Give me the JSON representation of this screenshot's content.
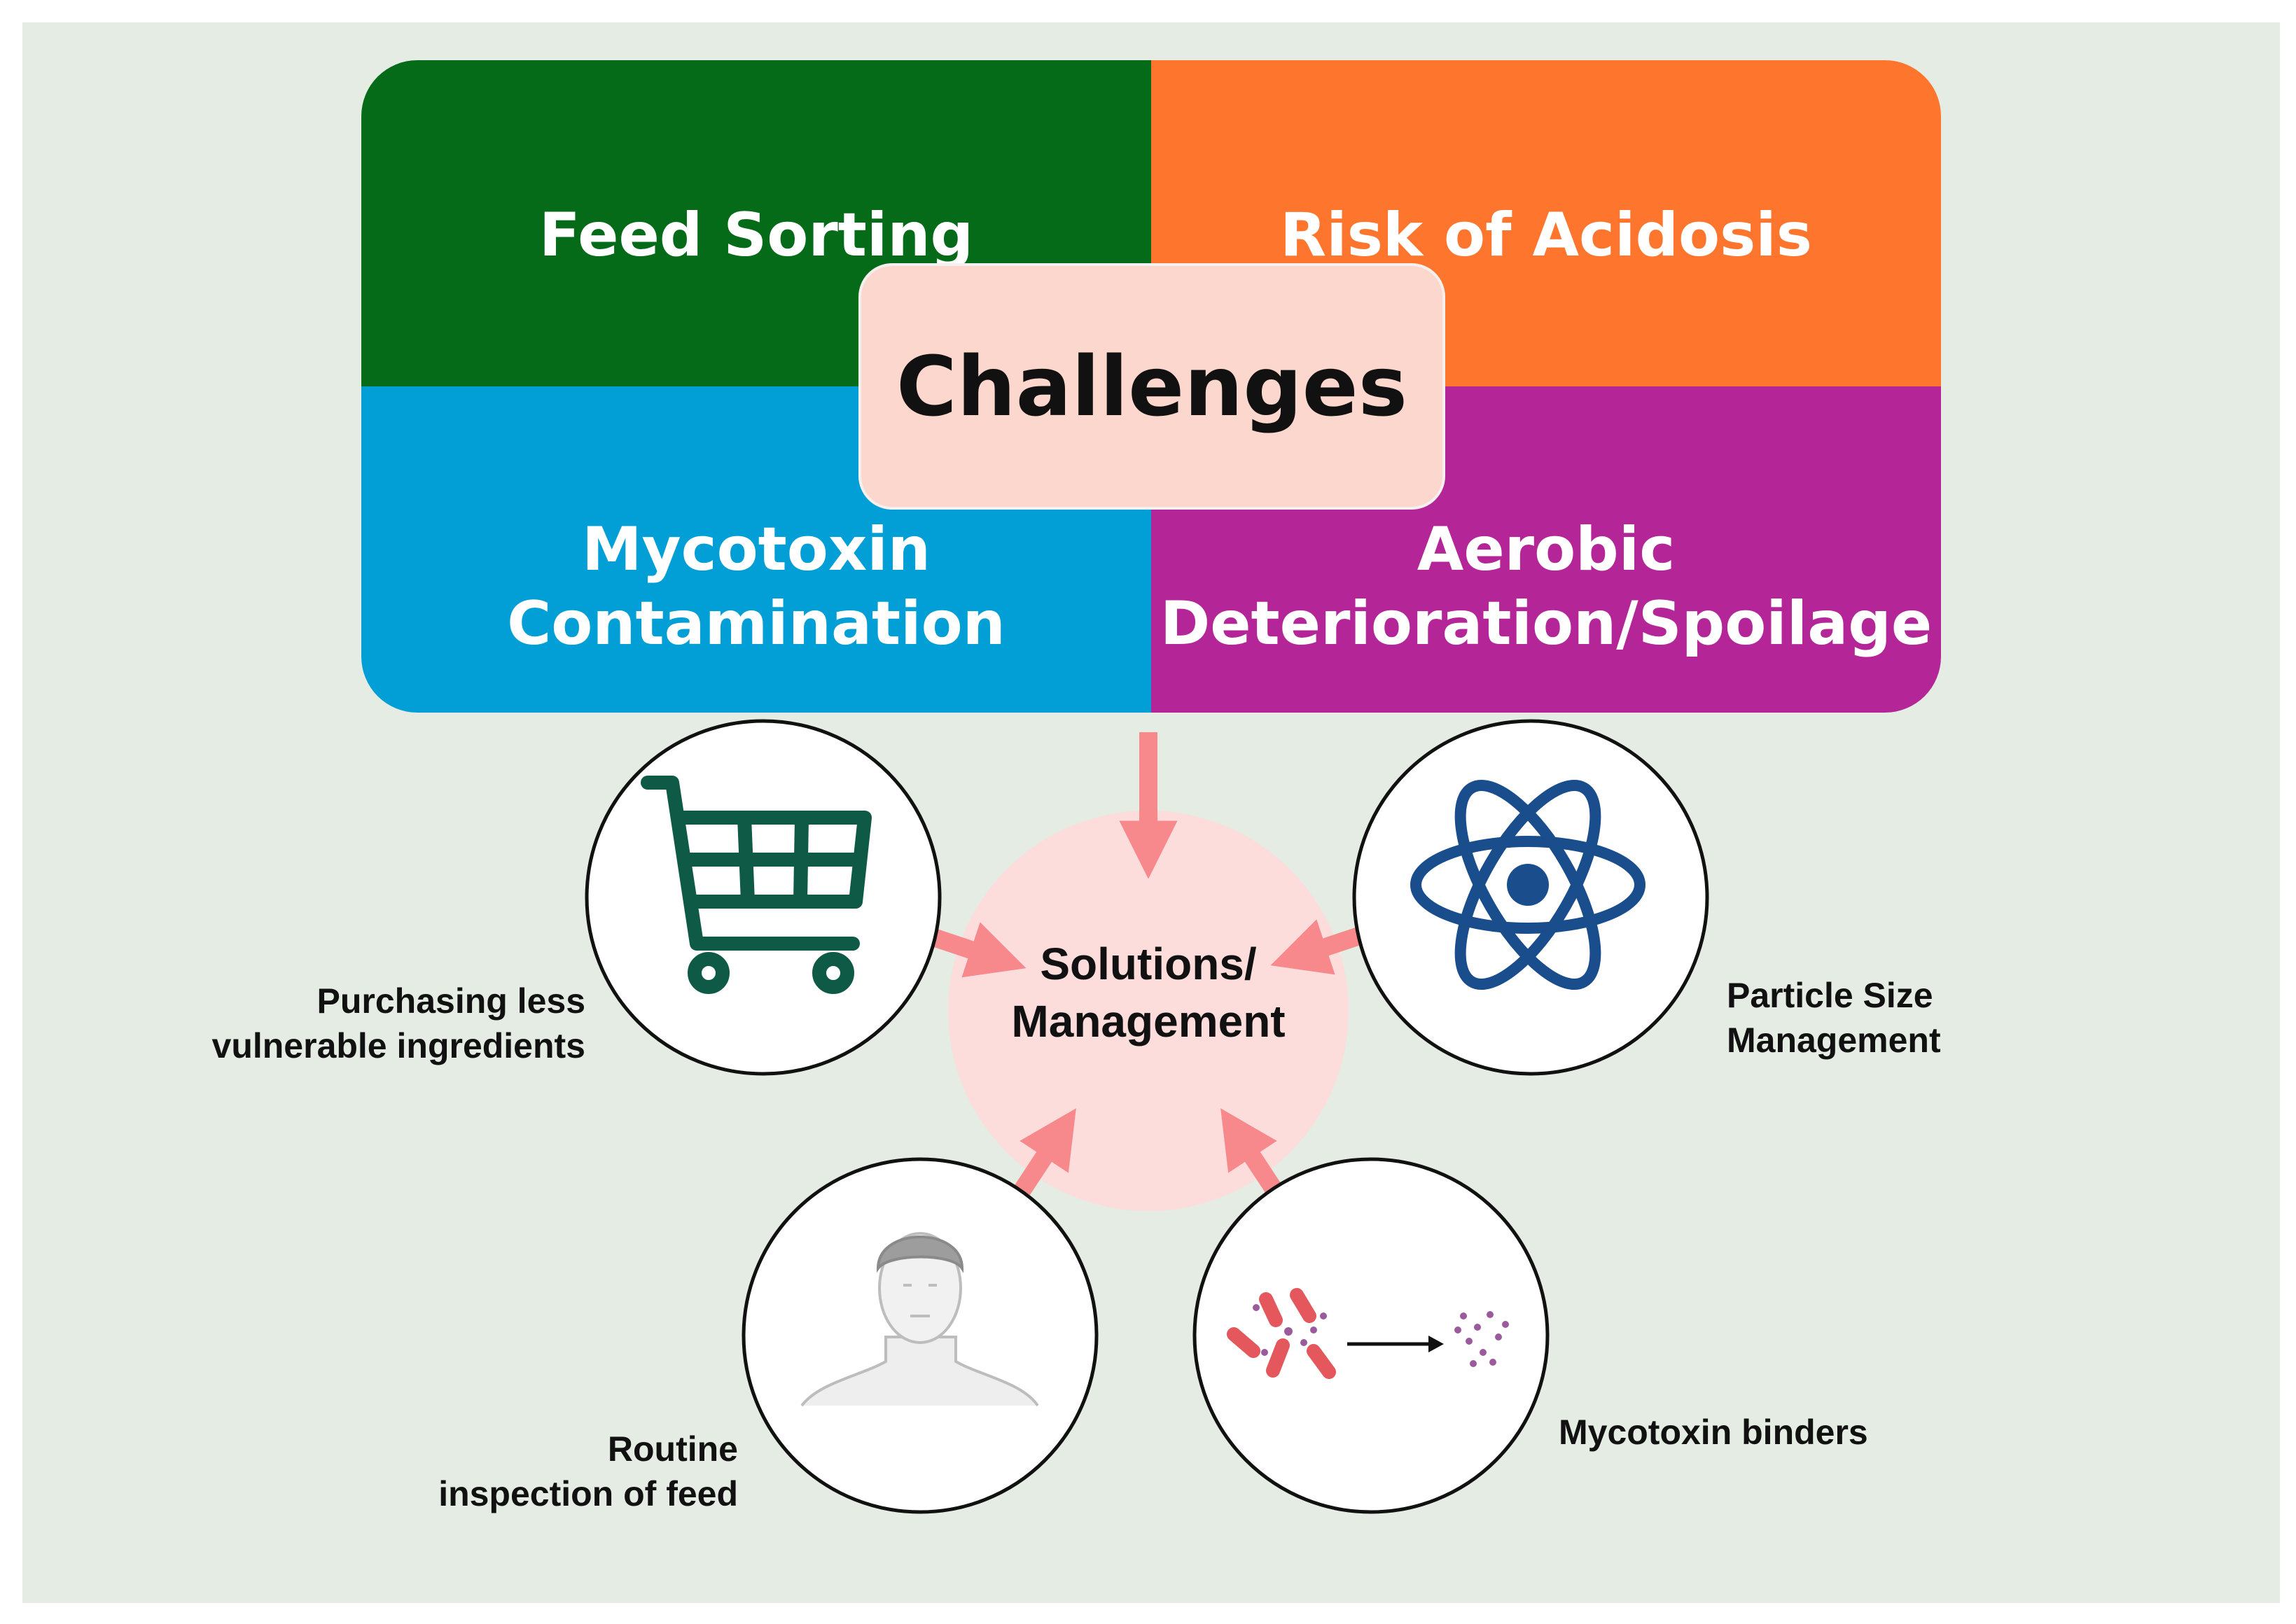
{
  "challenges": {
    "center_label": "Challenges",
    "items": [
      {
        "label": "Feed Sorting",
        "color": "#066b18"
      },
      {
        "label": "Risk of Acidosis",
        "color": "#fe752d"
      },
      {
        "label_lines": [
          "Mycotoxin",
          "Contamination"
        ],
        "color": "#019fd5"
      },
      {
        "label_lines": [
          "Aerobic",
          "Deterioration/Spoilage"
        ],
        "color": "#b42697"
      }
    ]
  },
  "solutions": {
    "hub_lines": [
      "Solutions/",
      "Management"
    ],
    "hub_color": "#fddcdc",
    "arrow_color": "#f7898c",
    "items": [
      {
        "icon": "shopping-cart-icon",
        "label_lines": [
          "Purchasing less",
          "vulnerable ingredients"
        ],
        "icon_color": "#0e5a46"
      },
      {
        "icon": "atom-icon",
        "label_lines": [
          "Particle Size",
          "Management"
        ],
        "icon_color": "#1a4d8c"
      },
      {
        "icon": "person-icon",
        "label_lines": [
          "Routine",
          "inspection of feed"
        ]
      },
      {
        "icon": "bacteria-binding-icon",
        "label_lines": [
          "Mycotoxin binders"
        ]
      }
    ]
  }
}
